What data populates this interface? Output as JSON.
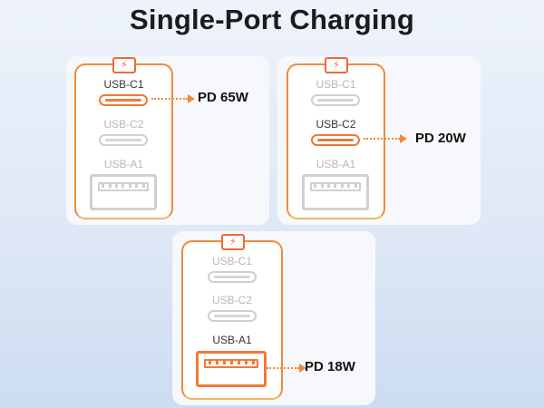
{
  "title": "Single-Port Charging",
  "panels": [
    {
      "ports": [
        "USB-C1",
        "USB-C2",
        "USB-A1"
      ],
      "active": "USB-C1",
      "output": "PD 65W"
    },
    {
      "ports": [
        "USB-C1",
        "USB-C2",
        "USB-A1"
      ],
      "active": "USB-C2",
      "output": "PD 20W"
    },
    {
      "ports": [
        "USB-C1",
        "USB-C2",
        "USB-A1"
      ],
      "active": "USB-A1",
      "output": "PD 18W"
    }
  ],
  "colors": {
    "accent": "#f08a3c",
    "inactive": "#d0d0d0",
    "card": "#f7f8fb"
  },
  "icons": {
    "charge": "battery-bolt-icon"
  }
}
